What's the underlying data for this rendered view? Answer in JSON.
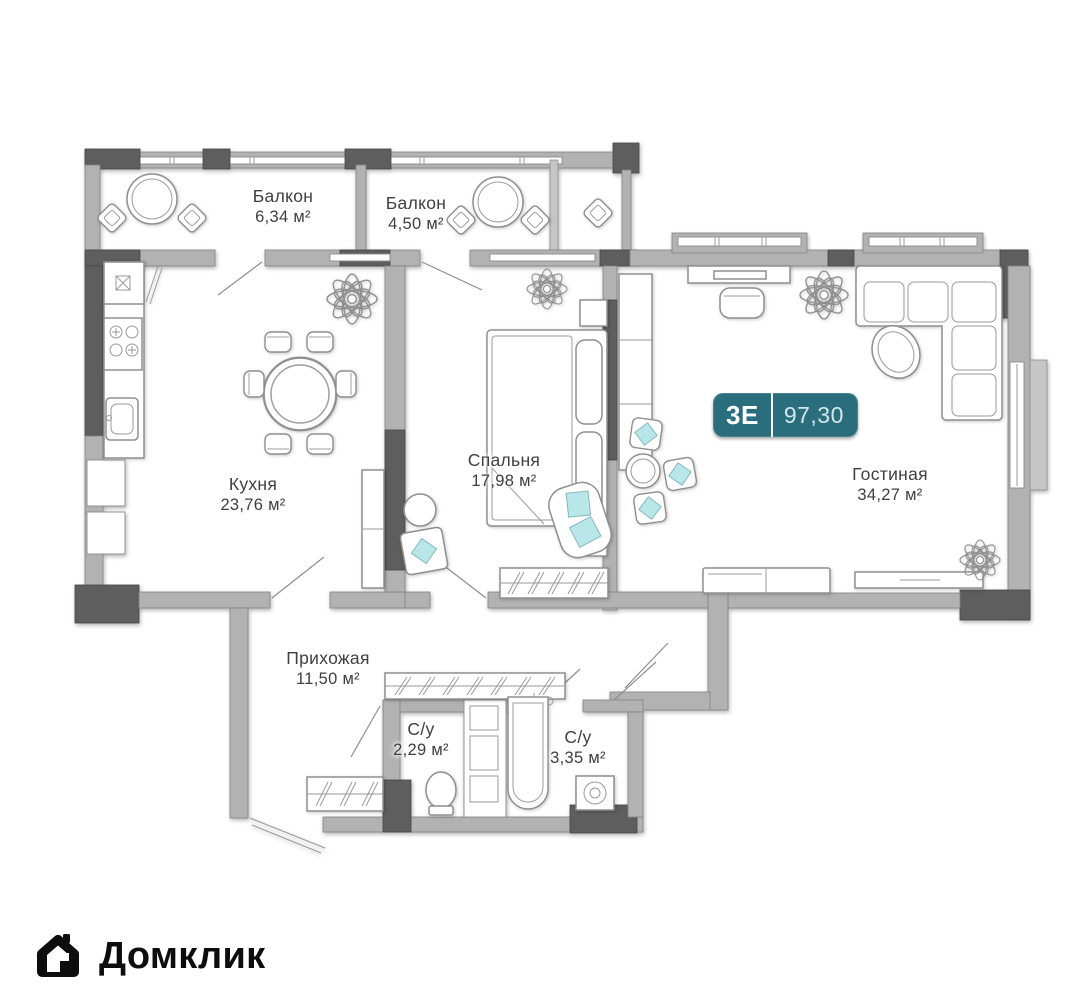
{
  "plan": {
    "badge": {
      "type_label": "3Е",
      "area_value": "97,30"
    },
    "rooms": [
      {
        "id": "balcony-1",
        "name": "Балкон",
        "area": "6,34 м²"
      },
      {
        "id": "balcony-2",
        "name": "Балкон",
        "area": "4,50 м²"
      },
      {
        "id": "kitchen",
        "name": "Кухня",
        "area": "23,76 м²"
      },
      {
        "id": "bedroom",
        "name": "Спальня",
        "area": "17,98 м²"
      },
      {
        "id": "living",
        "name": "Гостиная",
        "area": "34,27 м²"
      },
      {
        "id": "hallway",
        "name": "Прихожая",
        "area": "11,50 м²"
      },
      {
        "id": "bath-1",
        "name": "С/у",
        "area": "2,29 м²"
      },
      {
        "id": "bath-2",
        "name": "С/у",
        "area": "3,35 м²"
      }
    ],
    "colors": {
      "badge_teal": "#2a6e7e",
      "accent_teal": "#b9e6e9",
      "wall_gray": "#b2b2b2",
      "wall_dark": "#5e5e5e",
      "label_text": "#3f3f3f"
    }
  },
  "footer": {
    "brand": "Домклик"
  }
}
